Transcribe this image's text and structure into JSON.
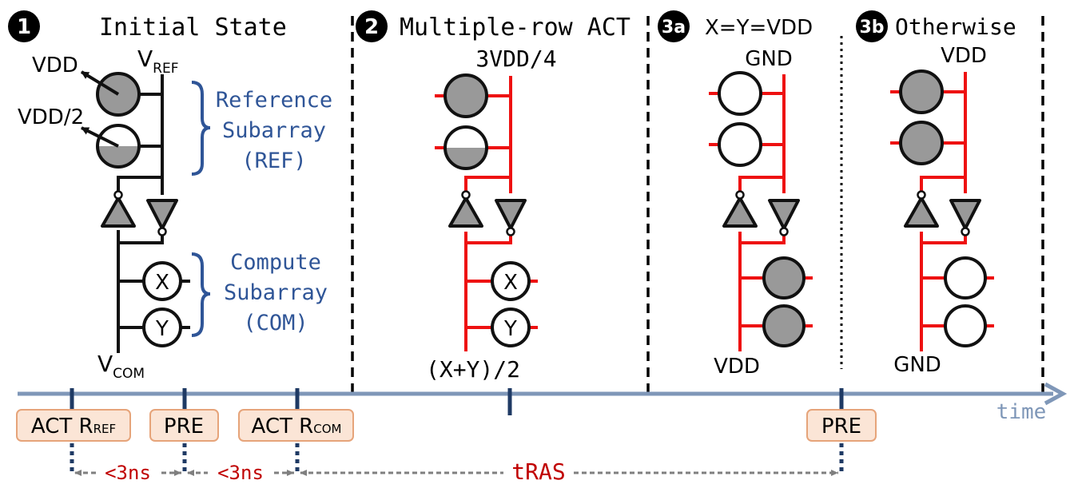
{
  "colors": {
    "active_wire": "#ee1111",
    "idle_wire": "#111111",
    "cell_fill": "#999999",
    "time_axis": "#7f97b8",
    "label_blue": "#2f5597",
    "timing_red": "#c00000",
    "cmd_box_fill": "#fbe5d6",
    "cmd_box_border": "#e6a47a"
  },
  "steps": {
    "s1": {
      "badge": "1",
      "title": "Initial State"
    },
    "s2": {
      "badge": "2",
      "title": "Multiple-row ACT"
    },
    "s3a": {
      "badge": "3a",
      "title": "X=Y=VDD"
    },
    "s3b": {
      "badge": "3b",
      "title": "Otherwise"
    }
  },
  "labels": {
    "vdd_cell1": "VDD",
    "vdd_half_cell2": "VDD/2",
    "vref_main": "V",
    "vref_sub": "REF",
    "vcom_main": "V",
    "vcom_sub": "COM",
    "ref_brace_1": "Reference",
    "ref_brace_2": "Subarray",
    "ref_brace_3": "(REF)",
    "com_brace_1": "Compute",
    "com_brace_2": "Subarray",
    "com_brace_3": "(COM)",
    "cell_x": "X",
    "cell_y": "Y",
    "s2_top": "3VDD/4",
    "s2_bottom": "(X+Y)/2",
    "s3a_top": "GND",
    "s3a_bottom": "VDD",
    "s3b_top": "VDD",
    "s3b_bottom": "GND"
  },
  "timeline": {
    "axis_label": "time",
    "commands": [
      {
        "main": "ACT R",
        "sub": "REF"
      },
      {
        "main": "PRE",
        "sub": ""
      },
      {
        "main": "ACT R",
        "sub": "COM"
      },
      {
        "main": "PRE",
        "sub": ""
      }
    ],
    "intervals": [
      "<3ns",
      "<3ns",
      "tRAS"
    ]
  }
}
